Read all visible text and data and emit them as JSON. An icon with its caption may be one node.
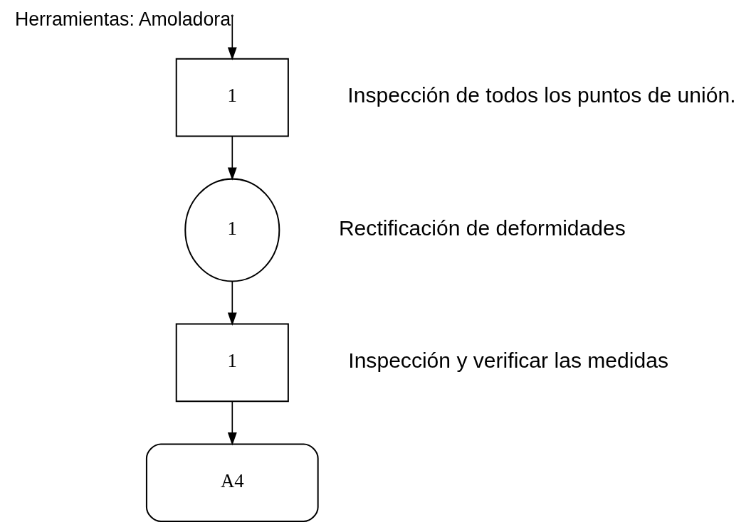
{
  "diagram": {
    "nodes": [
      {
        "text": [
          "1"
        ],
        "beside": [
          "Inspección de todos los puntos de unión."
        ]
      },
      {
        "text": [
          "1"
        ],
        "beside": [
          "Rectificación de deformidades"
        ]
      },
      {
        "text": [
          "1"
        ],
        "beside": [
          "Inspección y verificar las medidas"
        ]
      },
      {
        "text": [
          "A4"
        ]
      }
    ],
    "edges": [
      {
        "from": null,
        "to": 0,
        "arrow": "to",
        "label": "Herramientas: Amoladora"
      },
      {
        "from": 0,
        "to": 1,
        "arrow": "to"
      },
      {
        "from": 1,
        "to": 2,
        "arrow": "to"
      },
      {
        "from": 2,
        "to": 3,
        "arrow": "to"
      }
    ]
  }
}
